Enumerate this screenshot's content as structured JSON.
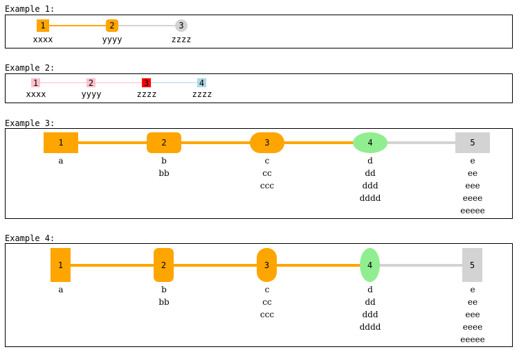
{
  "colors": {
    "orange": "#FFA500",
    "grey": "#D3D3D3",
    "pink": "#FFC0CB",
    "red": "#FF0000",
    "lightblue": "#ADD8E6",
    "lightgreen": "#90EE90"
  },
  "examples": [
    {
      "label": "Example 1:",
      "steps": [
        {
          "number": "1",
          "caption": [
            "xxxx"
          ]
        },
        {
          "number": "2",
          "caption": [
            "yyyy"
          ]
        },
        {
          "number": "3",
          "caption": [
            "zzzz"
          ]
        }
      ]
    },
    {
      "label": "Example 2:",
      "steps": [
        {
          "number": "1",
          "caption": [
            "xxxx"
          ]
        },
        {
          "number": "2",
          "caption": [
            "yyyy"
          ]
        },
        {
          "number": "3",
          "caption": [
            "zzzz"
          ]
        },
        {
          "number": "4",
          "caption": [
            "zzzz"
          ]
        }
      ]
    },
    {
      "label": "Example 3:",
      "steps": [
        {
          "number": "1",
          "caption": [
            "a"
          ]
        },
        {
          "number": "2",
          "caption": [
            "b",
            "bb"
          ]
        },
        {
          "number": "3",
          "caption": [
            "c",
            "cc",
            "ccc"
          ]
        },
        {
          "number": "4",
          "caption": [
            "d",
            "dd",
            "ddd",
            "dddd"
          ]
        },
        {
          "number": "5",
          "caption": [
            "e",
            "ee",
            "eee",
            "eeee",
            "eeeee"
          ]
        }
      ]
    },
    {
      "label": "Example 4:",
      "steps": [
        {
          "number": "1",
          "caption": [
            "a"
          ]
        },
        {
          "number": "2",
          "caption": [
            "b",
            "bb"
          ]
        },
        {
          "number": "3",
          "caption": [
            "c",
            "cc",
            "ccc"
          ]
        },
        {
          "number": "4",
          "caption": [
            "d",
            "dd",
            "ddd",
            "dddd"
          ]
        },
        {
          "number": "5",
          "caption": [
            "e",
            "ee",
            "eee",
            "eeee",
            "eeeee"
          ]
        }
      ]
    }
  ]
}
